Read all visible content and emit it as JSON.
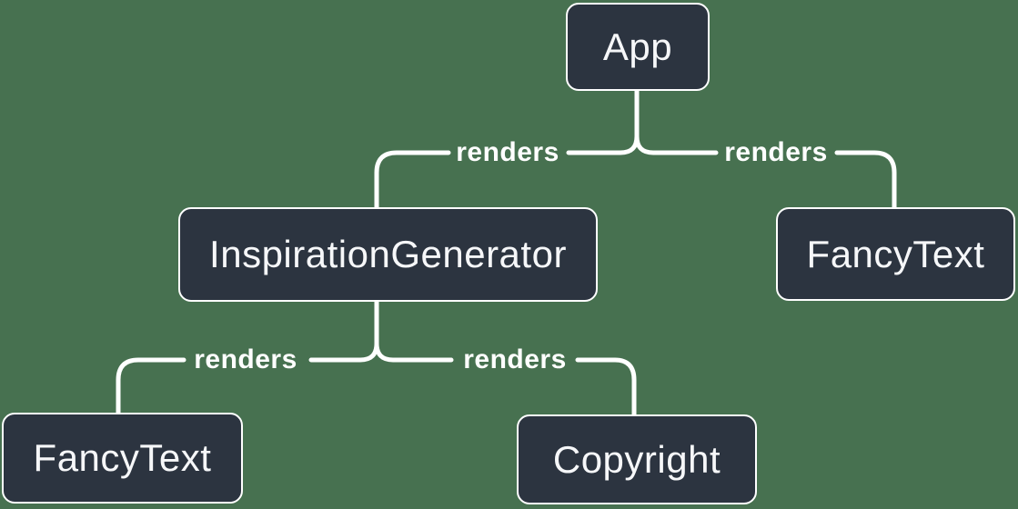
{
  "diagram": {
    "type": "react-render-tree",
    "colors": {
      "background": "#477150",
      "node_fill": "#2C3440",
      "node_border": "#FFFFFF",
      "node_text": "#F6F7F9",
      "edge": "#FFFFFF",
      "edge_label_text": "#FFFFFF"
    },
    "nodes": [
      {
        "id": "app",
        "label": "App"
      },
      {
        "id": "inspiration-generator",
        "label": "InspirationGenerator"
      },
      {
        "id": "fancy-text-top",
        "label": "FancyText"
      },
      {
        "id": "fancy-text-bottom",
        "label": "FancyText"
      },
      {
        "id": "copyright",
        "label": "Copyright"
      }
    ],
    "edges": [
      {
        "from": "App",
        "to": "InspirationGenerator",
        "label": "renders"
      },
      {
        "from": "App",
        "to": "FancyText",
        "label": "renders"
      },
      {
        "from": "InspirationGenerator",
        "to": "FancyText",
        "label": "renders"
      },
      {
        "from": "InspirationGenerator",
        "to": "Copyright",
        "label": "renders"
      }
    ]
  }
}
